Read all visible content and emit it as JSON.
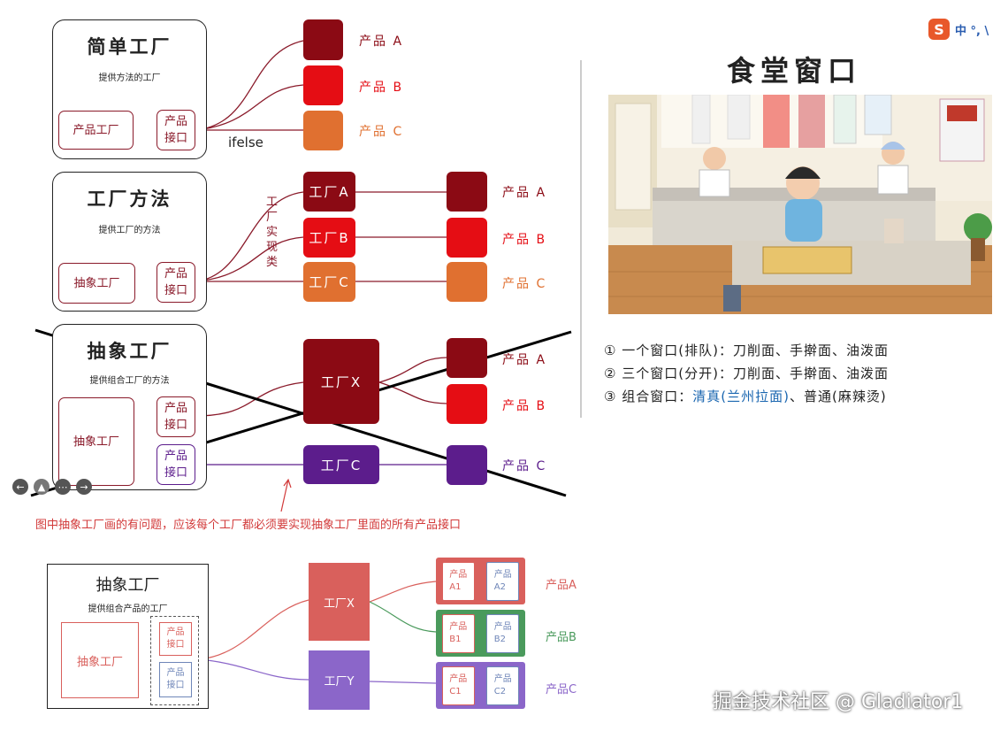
{
  "simple": {
    "title": "简单工厂",
    "subtitle": "提供方法的工厂",
    "factory": "产品工厂",
    "iface": "产品\n接口",
    "arrow_label": "ifelse",
    "products": [
      "产品 A",
      "产品 B",
      "产品 C"
    ]
  },
  "method": {
    "title": "工厂方法",
    "subtitle": "提供工厂的方法",
    "factory": "抽象工厂",
    "iface": "产品\n接口",
    "side_label": "工厂实现类",
    "factories": [
      "工厂A",
      "工厂B",
      "工厂C"
    ],
    "products": [
      "产品 A",
      "产品 B",
      "产品 C"
    ]
  },
  "abstract_wrong": {
    "title": "抽象工厂",
    "subtitle": "提供组合工厂的方法",
    "factory": "抽象工厂",
    "iface1": "产品\n接口",
    "iface2": "产品\n接口",
    "factory_x": "工厂X",
    "factory_c": "工厂C",
    "products": [
      "产品 A",
      "产品 B",
      "产品 C"
    ]
  },
  "note": "图中抽象工厂画的有问题，应该每个工厂都必须要实现抽象工厂里面的所有产品接口",
  "abstract_fixed": {
    "title": "抽象工厂",
    "subtitle": "提供组合产品的工厂",
    "factory": "抽象工厂",
    "iface1": "产品\n接口",
    "iface2": "产品\n接口",
    "factory_x": "工厂X",
    "factory_y": "工厂Y",
    "pairs": [
      {
        "left": "产品\nA1",
        "right": "产品\nA2",
        "label": "产品A"
      },
      {
        "left": "产品\nB1",
        "right": "产品\nB2",
        "label": "产品B"
      },
      {
        "left": "产品\nC1",
        "right": "产品\nC2",
        "label": "产品C"
      }
    ]
  },
  "canteen": {
    "title": "食堂窗口",
    "items": [
      {
        "num": "①",
        "text": "一个窗口(排队)：刀削面、手擀面、油泼面"
      },
      {
        "num": "②",
        "text": "三个窗口(分开)：刀削面、手擀面、油泼面"
      },
      {
        "num": "③",
        "text": "组合窗口：",
        "blue": "清真(兰州拉面)",
        "rest": "、普通(麻辣烫)"
      }
    ]
  },
  "ime": {
    "logo": "S",
    "text": "中 °, \\"
  },
  "watermark": "掘金技术社区 @ Gladiator1",
  "colors": {
    "darkred": "#8b0a14",
    "red": "#e50d14",
    "orange": "#e07030",
    "purple": "#5c1d8c",
    "fx_red": "#d9605c",
    "fy_purple": "#8b66c9",
    "green": "#4a9a5c",
    "blue_text": "#1a66b0"
  }
}
